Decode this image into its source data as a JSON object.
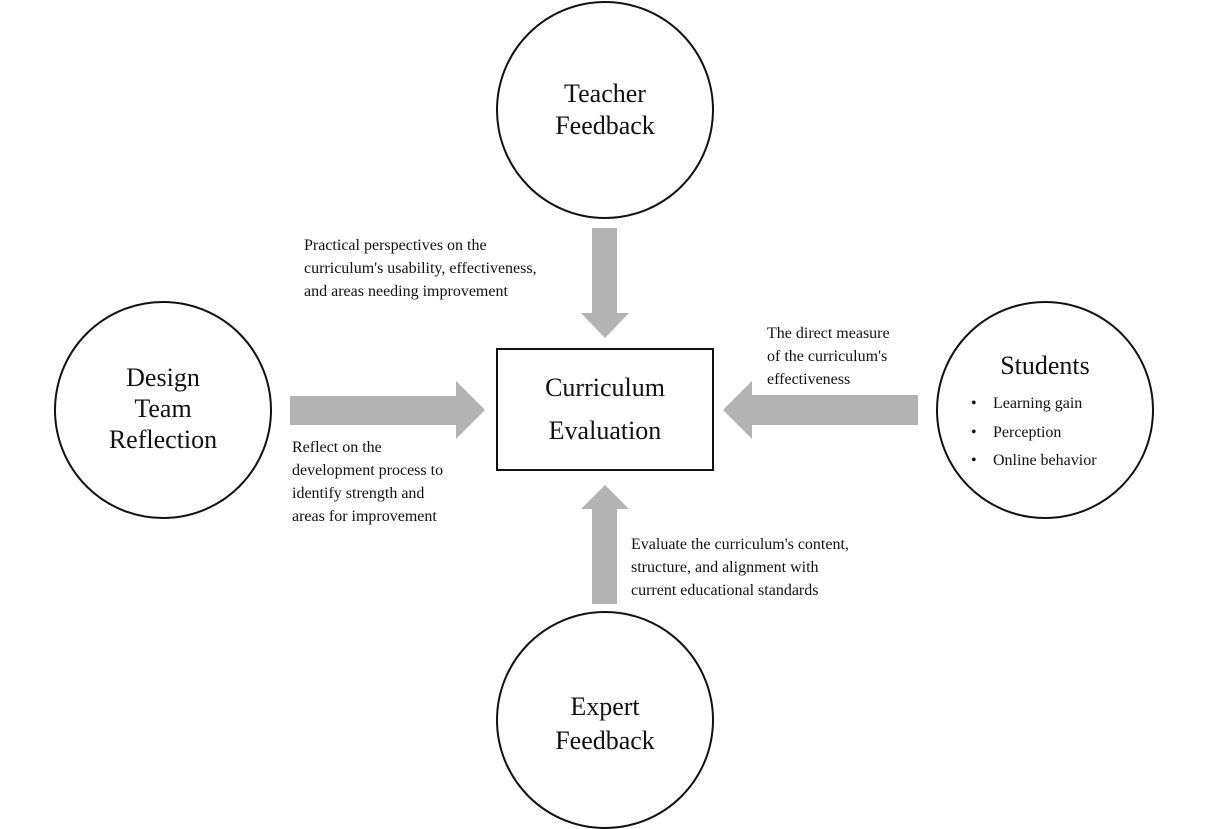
{
  "nodes": {
    "teacher": "Teacher\nFeedback",
    "design_team": "Design\nTeam\nReflection",
    "students": {
      "title": "Students",
      "items": [
        "Learning gain",
        "Perception",
        "Online behavior"
      ]
    },
    "expert": "Expert\nFeedback",
    "center": "Curriculum\nEvaluation"
  },
  "notes": {
    "teacher": "Practical perspectives on the\ncurriculum's usability, effectiveness,\nand areas needing improvement",
    "design_team": "Reflect on the\ndevelopment process to\nidentify strength and\nareas for improvement",
    "students": "The direct measure\nof the curriculum's\neffectiveness",
    "expert": "Evaluate the curriculum's content,\nstructure, and alignment with\ncurrent educational standards"
  },
  "colors": {
    "arrow": "#b3b3b3",
    "stroke": "#111111",
    "background": "#ffffff"
  }
}
